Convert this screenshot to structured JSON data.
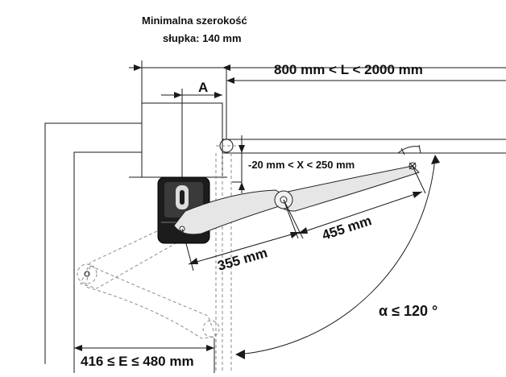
{
  "labels": {
    "min_post_width_line1": "Minimalna szerokość",
    "min_post_width_line2": "słupka: 140 mm",
    "length_L": "800 mm < L < 2000 mm",
    "offset_A": "A",
    "offset_X": "-20 mm < X < 250 mm",
    "arm_455": "455 mm",
    "arm_355": "355 mm",
    "angle_alpha": "α ≤ 120 °",
    "distance_E": "416 ≤ E ≤ 480 mm"
  },
  "colors": {
    "line": "#1a1a1a",
    "ghost": "#8c8c8c",
    "arm_fill": "#e6e6e6",
    "motor_fill": "#1c1c1c",
    "background": "#ffffff"
  }
}
